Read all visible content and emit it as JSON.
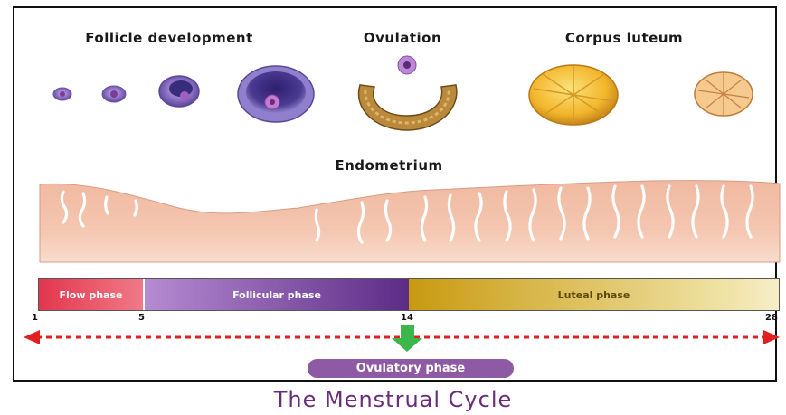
{
  "labels": {
    "follicle": "Follicle development",
    "ovulation": "Ovulation",
    "corpus": "Corpus luteum",
    "endometrium": "Endometrium"
  },
  "phases": {
    "flow": "Flow phase",
    "follicular": "Follicular phase",
    "luteal": "Luteal phase",
    "ovulatory": "Ovulatory phase"
  },
  "days": [
    "1",
    "5",
    "14",
    "28"
  ],
  "caption": "The Menstrual Cycle",
  "colors": {
    "flow": "#e3364d",
    "follicular": "#5c2c86",
    "luteal": "#c99a10",
    "ovulatory": "#8e5aa3",
    "marker": "#3cb54a",
    "arrow": "#e02020",
    "caption": "#6a2d7d"
  }
}
